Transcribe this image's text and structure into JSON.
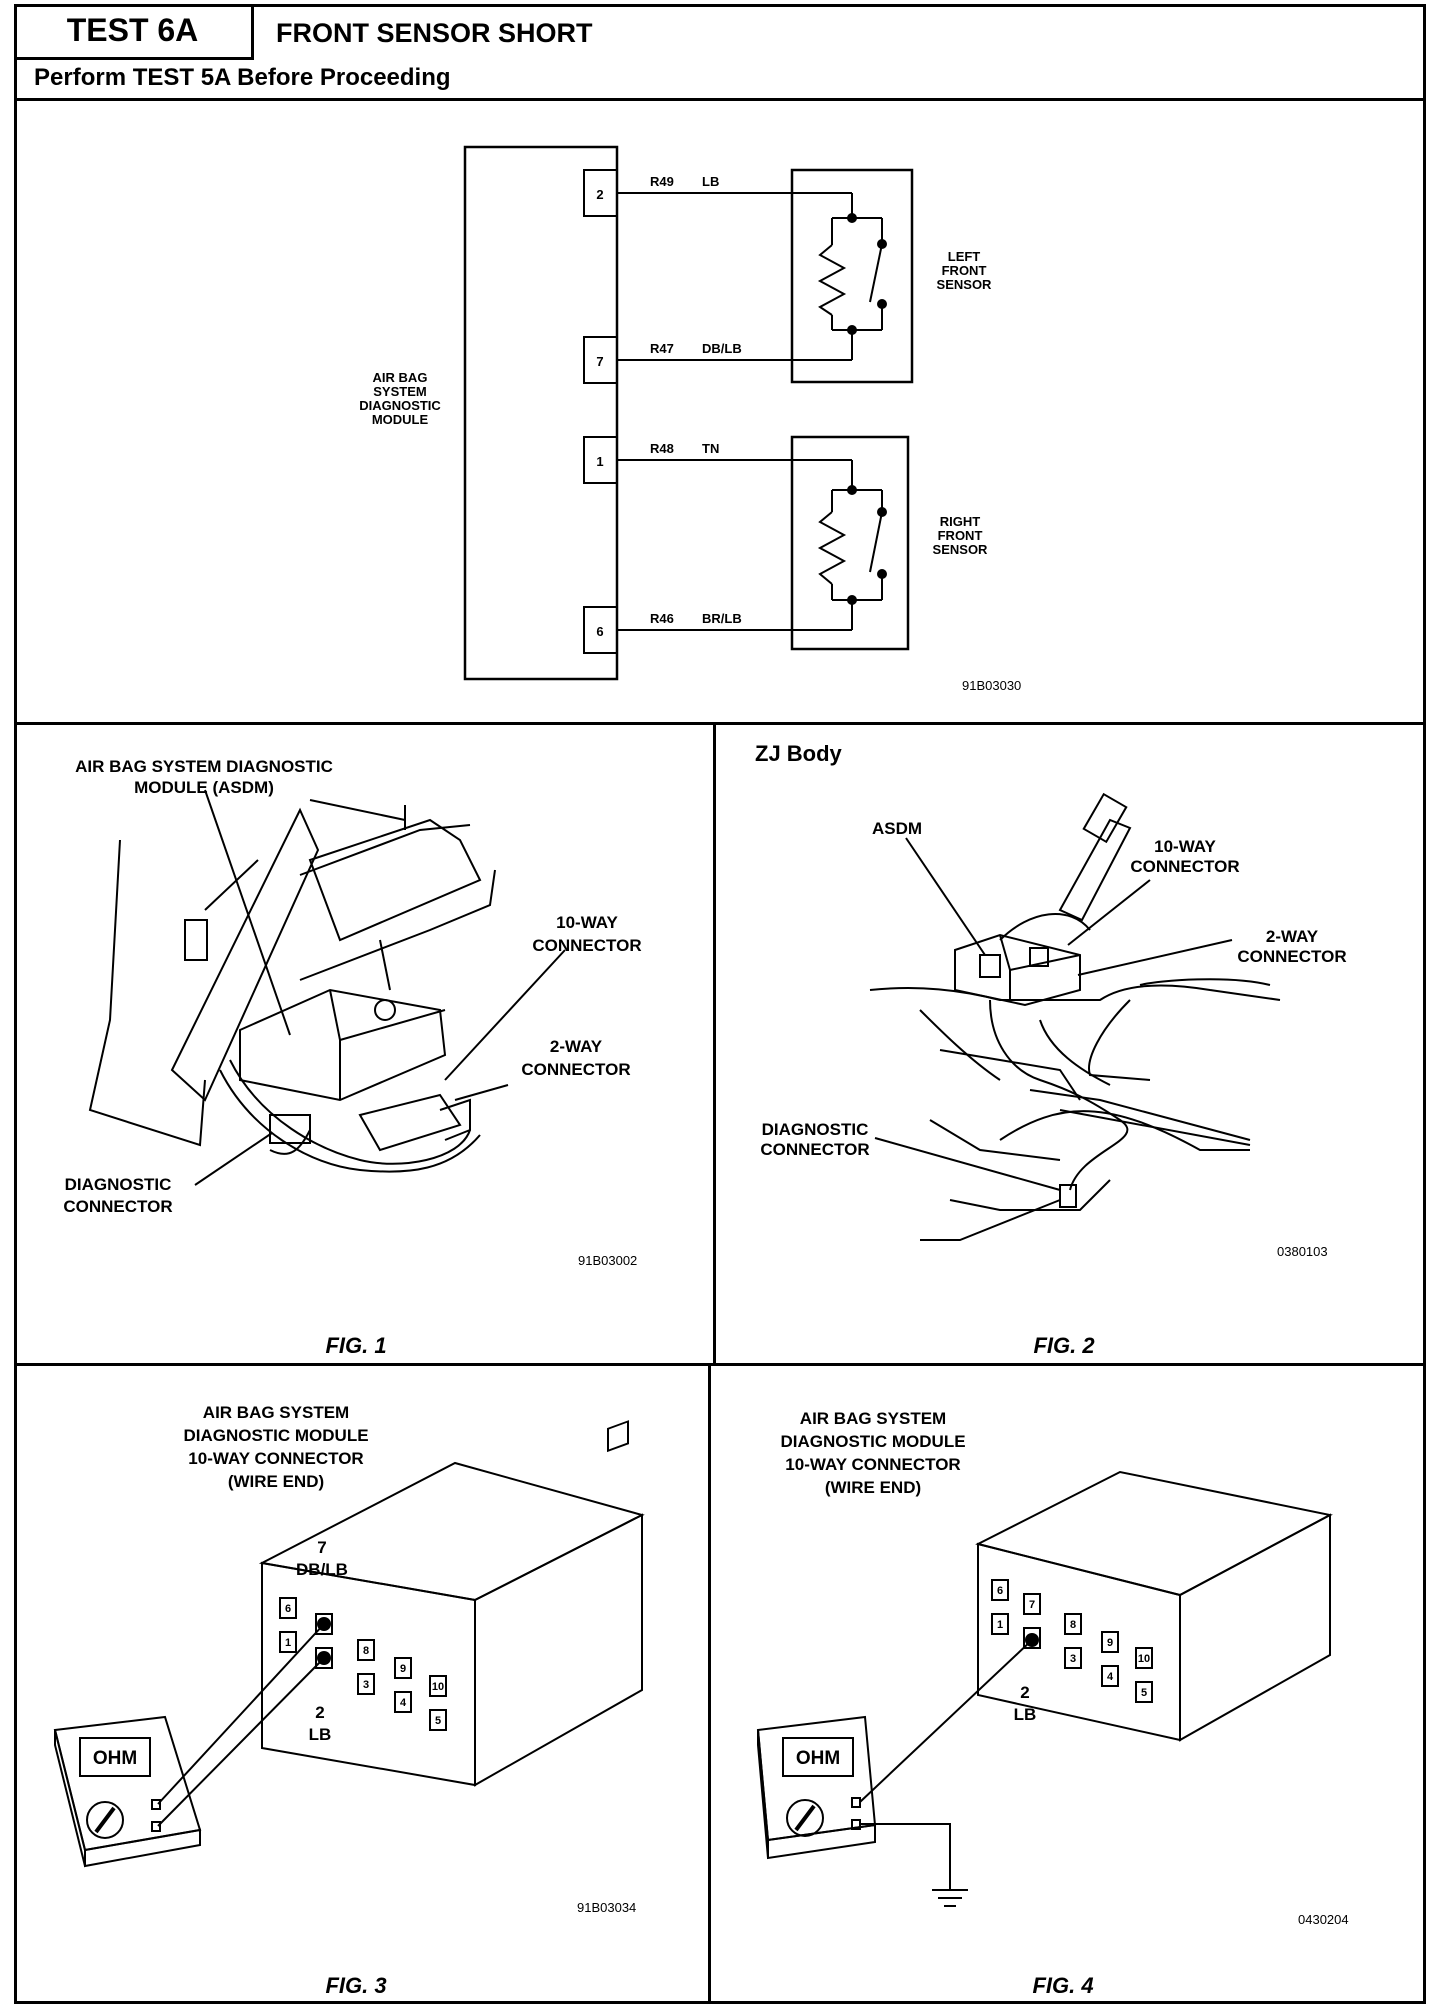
{
  "header": {
    "test_label": "TEST 6A",
    "title": "FRONT SENSOR SHORT",
    "subtitle": "Perform TEST 5A Before Proceeding"
  },
  "schematic": {
    "module_label": [
      "AIR BAG",
      "SYSTEM",
      "DIAGNOSTIC",
      "MODULE"
    ],
    "pins": [
      {
        "pin": "2",
        "wire": "R49",
        "color": "LB"
      },
      {
        "pin": "7",
        "wire": "R47",
        "color": "DB/LB"
      },
      {
        "pin": "1",
        "wire": "R48",
        "color": "TN"
      },
      {
        "pin": "6",
        "wire": "R46",
        "color": "BR/LB"
      }
    ],
    "left_sensor_label": [
      "LEFT",
      "FRONT",
      "SENSOR"
    ],
    "right_sensor_label": [
      "RIGHT",
      "FRONT",
      "SENSOR"
    ],
    "code": "91B03030"
  },
  "fig1": {
    "module_label": [
      "AIR BAG SYSTEM DIAGNOSTIC",
      "MODULE (ASDM)"
    ],
    "ten_way_label": [
      "10-WAY",
      "CONNECTOR"
    ],
    "two_way_label": [
      "2-WAY",
      "CONNECTOR"
    ],
    "diag_label": [
      "DIAGNOSTIC",
      "CONNECTOR"
    ],
    "code": "91B03002",
    "caption": "FIG. 1"
  },
  "fig2": {
    "body_label": "ZJ Body",
    "asdm_label": "ASDM",
    "ten_way_label": [
      "10-WAY",
      "CONNECTOR"
    ],
    "two_way_label": [
      "2-WAY",
      "CONNECTOR"
    ],
    "diag_label": [
      "DIAGNOSTIC",
      "CONNECTOR"
    ],
    "code": "0380103",
    "caption": "FIG. 2"
  },
  "fig3": {
    "title": [
      "AIR BAG SYSTEM",
      "DIAGNOSTIC MODULE",
      "10-WAY CONNECTOR",
      "(WIRE END)"
    ],
    "pin_top": [
      "7",
      "DB/LB"
    ],
    "pin_bottom": [
      "2",
      "LB"
    ],
    "meter_display": "OHM",
    "code": "91B03034",
    "caption": "FIG. 3"
  },
  "fig4": {
    "title": [
      "AIR BAG SYSTEM",
      "DIAGNOSTIC MODULE",
      "10-WAY CONNECTOR",
      "(WIRE END)"
    ],
    "pin_label": [
      "2",
      "LB"
    ],
    "meter_display": "OHM",
    "code": "0430204",
    "caption": "FIG. 4"
  }
}
